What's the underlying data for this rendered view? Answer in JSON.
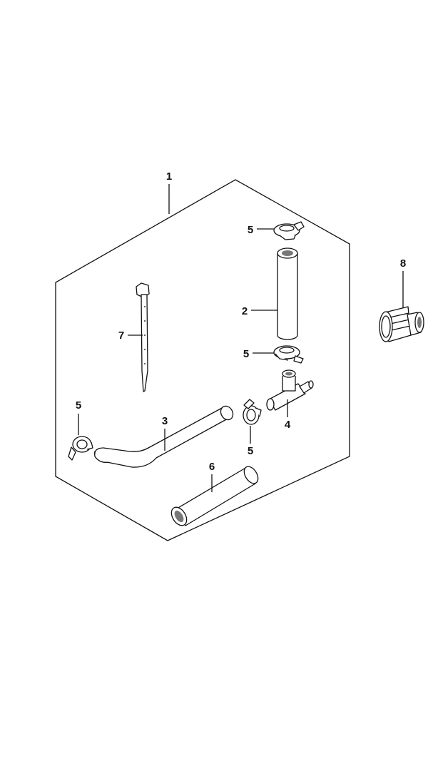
{
  "callouts": {
    "c1": "1",
    "c2": "2",
    "c3": "3",
    "c4": "4",
    "c5a": "5",
    "c5b": "5",
    "c5c": "5",
    "c5d": "5",
    "c6": "6",
    "c7": "7",
    "c8": "8"
  }
}
